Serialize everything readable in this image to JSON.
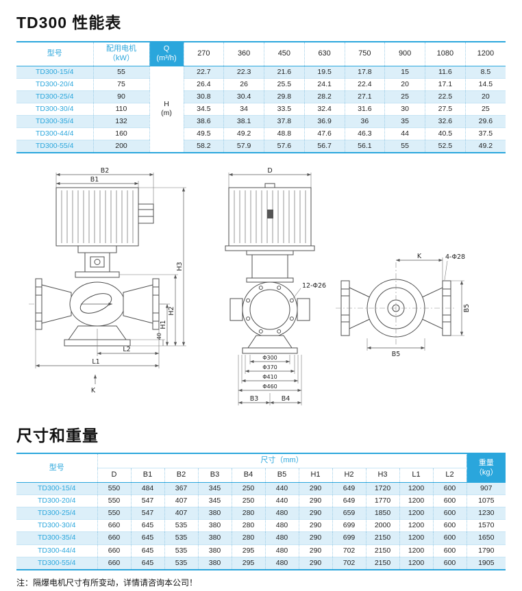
{
  "titles": {
    "performance": "TD300 性能表",
    "dimensions": "尺寸和重量"
  },
  "footnote": "注：隔爆电机尺寸有所变动，详情请咨询本公司！",
  "colors": {
    "accent": "#2aa6dc",
    "row_stripe": "#dceff9",
    "header_q_bg": "#2aa6dc"
  },
  "performance_table": {
    "col_model": "型号",
    "col_motor_l1": "配用电机",
    "col_motor_l2": "（kW）",
    "col_q_l1": "Q",
    "col_q_l2": "(m³/h)",
    "h_l1": "H",
    "h_l2": "(m)",
    "flow_headers": [
      "270",
      "360",
      "450",
      "630",
      "750",
      "900",
      "1080",
      "1200"
    ],
    "rows": [
      {
        "model": "TD300-15/4",
        "motor": "55",
        "values": [
          "22.7",
          "22.3",
          "21.6",
          "19.5",
          "17.8",
          "15",
          "11.6",
          "8.5"
        ]
      },
      {
        "model": "TD300-20/4",
        "motor": "75",
        "values": [
          "26.4",
          "26",
          "25.5",
          "24.1",
          "22.4",
          "20",
          "17.1",
          "14.5"
        ]
      },
      {
        "model": "TD300-25/4",
        "motor": "90",
        "values": [
          "30.8",
          "30.4",
          "29.8",
          "28.2",
          "27.1",
          "25",
          "22.5",
          "20"
        ]
      },
      {
        "model": "TD300-30/4",
        "motor": "110",
        "values": [
          "34.5",
          "34",
          "33.5",
          "32.4",
          "31.6",
          "30",
          "27.5",
          "25"
        ]
      },
      {
        "model": "TD300-35/4",
        "motor": "132",
        "values": [
          "38.6",
          "38.1",
          "37.8",
          "36.9",
          "36",
          "35",
          "32.6",
          "29.6"
        ]
      },
      {
        "model": "TD300-44/4",
        "motor": "160",
        "values": [
          "49.5",
          "49.2",
          "48.8",
          "47.6",
          "46.3",
          "44",
          "40.5",
          "37.5"
        ]
      },
      {
        "model": "TD300-55/4",
        "motor": "200",
        "values": [
          "58.2",
          "57.9",
          "57.6",
          "56.7",
          "56.1",
          "55",
          "52.5",
          "49.2"
        ]
      }
    ]
  },
  "dimension_table": {
    "col_model": "型号",
    "col_size": "尺寸（mm）",
    "col_weight_l1": "重量",
    "col_weight_l2": "（kg）",
    "dim_headers": [
      "D",
      "B1",
      "B2",
      "B3",
      "B4",
      "B5",
      "H1",
      "H2",
      "H3",
      "L1",
      "L2"
    ],
    "rows": [
      {
        "model": "TD300-15/4",
        "values": [
          "550",
          "484",
          "367",
          "345",
          "250",
          "440",
          "290",
          "649",
          "1720",
          "1200",
          "600"
        ],
        "weight": "907"
      },
      {
        "model": "TD300-20/4",
        "values": [
          "550",
          "547",
          "407",
          "345",
          "250",
          "440",
          "290",
          "649",
          "1770",
          "1200",
          "600"
        ],
        "weight": "1075"
      },
      {
        "model": "TD300-25/4",
        "values": [
          "550",
          "547",
          "407",
          "380",
          "280",
          "480",
          "290",
          "659",
          "1850",
          "1200",
          "600"
        ],
        "weight": "1230"
      },
      {
        "model": "TD300-30/4",
        "values": [
          "660",
          "645",
          "535",
          "380",
          "280",
          "480",
          "290",
          "699",
          "2000",
          "1200",
          "600"
        ],
        "weight": "1570"
      },
      {
        "model": "TD300-35/4",
        "values": [
          "660",
          "645",
          "535",
          "380",
          "280",
          "480",
          "290",
          "699",
          "2150",
          "1200",
          "600"
        ],
        "weight": "1650"
      },
      {
        "model": "TD300-44/4",
        "values": [
          "660",
          "645",
          "535",
          "380",
          "295",
          "480",
          "290",
          "702",
          "2150",
          "1200",
          "600"
        ],
        "weight": "1790"
      },
      {
        "model": "TD300-55/4",
        "values": [
          "660",
          "645",
          "535",
          "380",
          "295",
          "480",
          "290",
          "702",
          "2150",
          "1200",
          "600"
        ],
        "weight": "1905"
      }
    ]
  },
  "drawings": {
    "left": {
      "b1": "B1",
      "b2": "B2",
      "h1": "H1",
      "h2": "H2",
      "h3": "H3",
      "l1": "L1",
      "l2": "L2",
      "base_height": "40",
      "k": "K"
    },
    "middle": {
      "d": "D",
      "bolt_note": "12-Φ26",
      "phi300": "Φ300",
      "phi370": "Φ370",
      "phi410": "Φ410",
      "phi460": "Φ460",
      "b3": "B3",
      "b4": "B4"
    },
    "right": {
      "k": "K",
      "bolt_note": "4-Φ28",
      "b5_vertical": "B5",
      "b5_horizontal": "B5"
    }
  }
}
